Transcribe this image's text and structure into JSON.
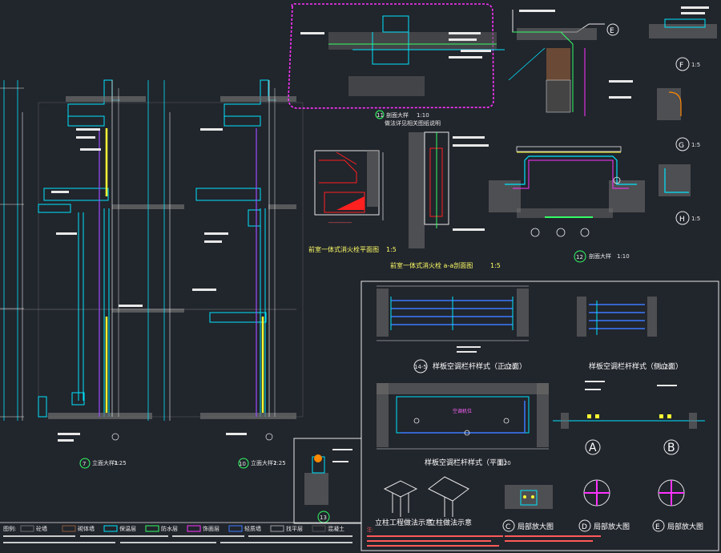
{
  "colors": {
    "background": "#21252c",
    "white": "#e8e8e8",
    "cyan": "#00e5ff",
    "yellow": "#ffff33",
    "red": "#ff2020",
    "magenta": "#ff33ff",
    "purple": "#9a4dff",
    "green": "#33ff66",
    "blue": "#3b7bff",
    "hatch": "#7a7a7a"
  },
  "views": {
    "elev_left": {
      "callout": "7",
      "title": "立面大样1",
      "scale": "1:25"
    },
    "elev_mid": {
      "callout": "10",
      "title": "立面大样2",
      "scale": "1:25"
    },
    "detail_11": {
      "callout": "11",
      "title": "剖面大样",
      "scale": "1:10",
      "note": "做法详见相关图纸说明"
    },
    "hydrant_plan": {
      "title": "前室一体式消火栓平面图",
      "scale": "1:5"
    },
    "hydrant_section": {
      "title": "前室一体式消火栓 a-a剖面图",
      "scale": "1:5"
    },
    "detail_12": {
      "callout": "12",
      "title": "剖面大样",
      "scale": "1:10"
    },
    "detail_E": {
      "callout": "E"
    },
    "detail_F": {
      "callout": "F",
      "scale": "1:5"
    },
    "detail_G": {
      "callout": "G",
      "scale": "1:5"
    },
    "detail_H": {
      "callout": "H",
      "scale": "1:5"
    },
    "detail_13": {
      "callout": "13"
    },
    "railing_front": {
      "callout": "14-5",
      "title": "样板空调栏杆样式（正立面）",
      "scale": "1:20"
    },
    "railing_side": {
      "title": "样板空调栏杆样式（侧立面）",
      "scale": "1:20"
    },
    "railing_plan": {
      "title": "样板空调栏杆样式（平面）",
      "scale": "1:20",
      "note": "空调机位"
    },
    "marker_A": {
      "callout": "A"
    },
    "marker_B": {
      "callout": "B"
    },
    "joint_1": {
      "title": "立柱工程做法示意"
    },
    "joint_2": {
      "title": "立柱做法示意"
    },
    "detail_C": {
      "callout": "C",
      "title": "局部放大图"
    },
    "detail_D": {
      "callout": "D",
      "title": "局部放大图"
    },
    "detail_E2": {
      "callout": "E",
      "title": "局部放大图"
    }
  },
  "legend": {
    "heading": "图例:",
    "items": [
      "砼墙",
      "砌体墙",
      "保温层",
      "防水层",
      "饰面层",
      "轻质墙",
      "找平层",
      "混凝土"
    ]
  },
  "notes_label": "注:"
}
